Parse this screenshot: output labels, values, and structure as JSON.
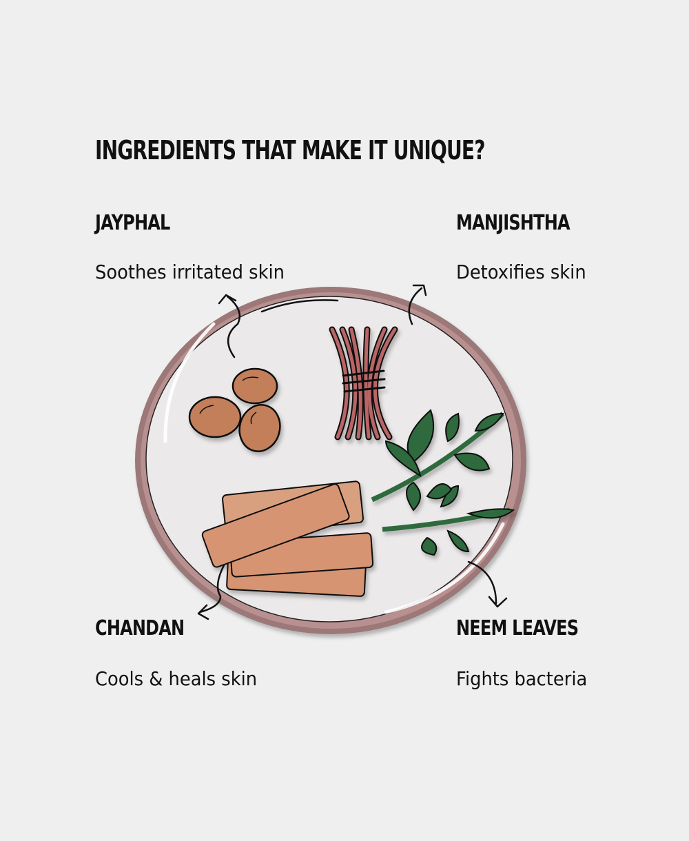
{
  "heading": "INGREDIENTS THAT MAKE IT UNIQUE?",
  "ingredients": [
    {
      "name": "JAYPHAL",
      "benefit": "Soothes irritated skin",
      "icon": "nutmeg-icon"
    },
    {
      "name": "MANJISHTHA",
      "benefit": "Detoxifies skin",
      "icon": "root-bundle-icon"
    },
    {
      "name": "CHANDAN",
      "benefit": "Cools & heals skin",
      "icon": "sandalwood-icon"
    },
    {
      "name": "NEEM LEAVES",
      "benefit": "Fights bacteria",
      "icon": "neem-leaf-icon"
    }
  ],
  "colors": {
    "background": "#efefef",
    "plate_rim": "#9c7878",
    "plate_fill": "#ebe9e9",
    "nutmeg": "#c27f5a",
    "manjishtha": "#b96565",
    "sandalwood": "#d69473",
    "neem": "#2f6a3c"
  }
}
